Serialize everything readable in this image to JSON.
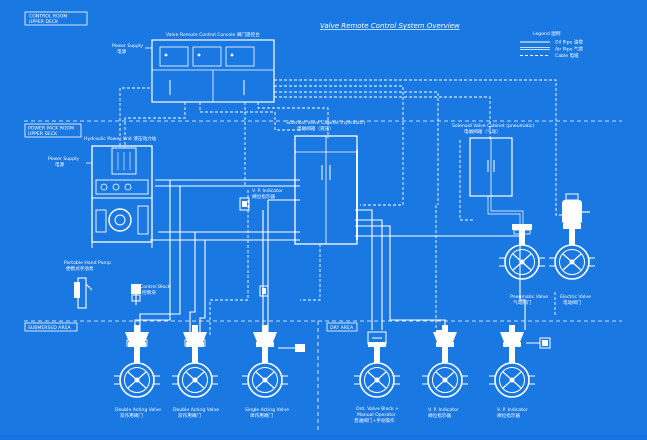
{
  "title": "Valve Remote Control System Overview",
  "legend": {
    "heading": "Legend 图例",
    "items": [
      {
        "label": "Oil Pipe 油管",
        "style": "solid"
      },
      {
        "label": "Air Pipe 气管",
        "style": "double"
      },
      {
        "label": "Cable 电缆",
        "style": "dashed"
      }
    ]
  },
  "zones": {
    "control_room": [
      "CONTROL ROOM",
      "UPPER DECK"
    ],
    "power_pack": [
      "POWER PACK ROOM",
      "UPPER DECK"
    ],
    "submersed": "SUBMERSED AREA",
    "dry": "DRY AREA"
  },
  "console": {
    "label": "Valve Remote Control Console 阀门遥控台",
    "power_supply": [
      "Power Supply",
      "电源"
    ]
  },
  "hpu": {
    "label": "Hydraulic Power Unit 液压动力站",
    "power_supply": [
      "Power Supply",
      "电源"
    ]
  },
  "solenoid_hydraulic": [
    "Solenoid Valve Cabinet (hydraulic)",
    "电磁阀箱（液压）"
  ],
  "solenoid_pneumatic": [
    "Solenoid Valve Cabinet (pneumatic)",
    "电磁阀箱（气动）"
  ],
  "vp_indicator": [
    "V. P. Indicator",
    "阀位指示器"
  ],
  "hand_pump": [
    "Portable Hand Pump",
    "便携式手动泵"
  ],
  "control_block": [
    "Control Block",
    "控制块"
  ],
  "top_valves": [
    {
      "label": [
        "Pneumatic Valve",
        "气动阀门"
      ]
    },
    {
      "label": [
        "Electric Valve",
        "电动阀门"
      ]
    }
  ],
  "bottom_valves": [
    {
      "label": [
        "Double Acting Valve",
        "双作用阀门"
      ]
    },
    {
      "label": [
        "Double Acting Valve",
        "双作用阀门"
      ]
    },
    {
      "label": [
        "Single Acting Valve",
        "单作用阀门"
      ]
    },
    {
      "label": [
        "Ord. Valve  Block +",
        "Manual Operator",
        "普通阀门+手动操作"
      ]
    },
    {
      "label": [
        "V. P. Indicator",
        "阀位指示器"
      ]
    },
    {
      "label": [
        "V. P. Indicator",
        "阀位指示器"
      ]
    }
  ],
  "colors": {
    "background": "#1a78e2",
    "line": "#ffffff"
  }
}
